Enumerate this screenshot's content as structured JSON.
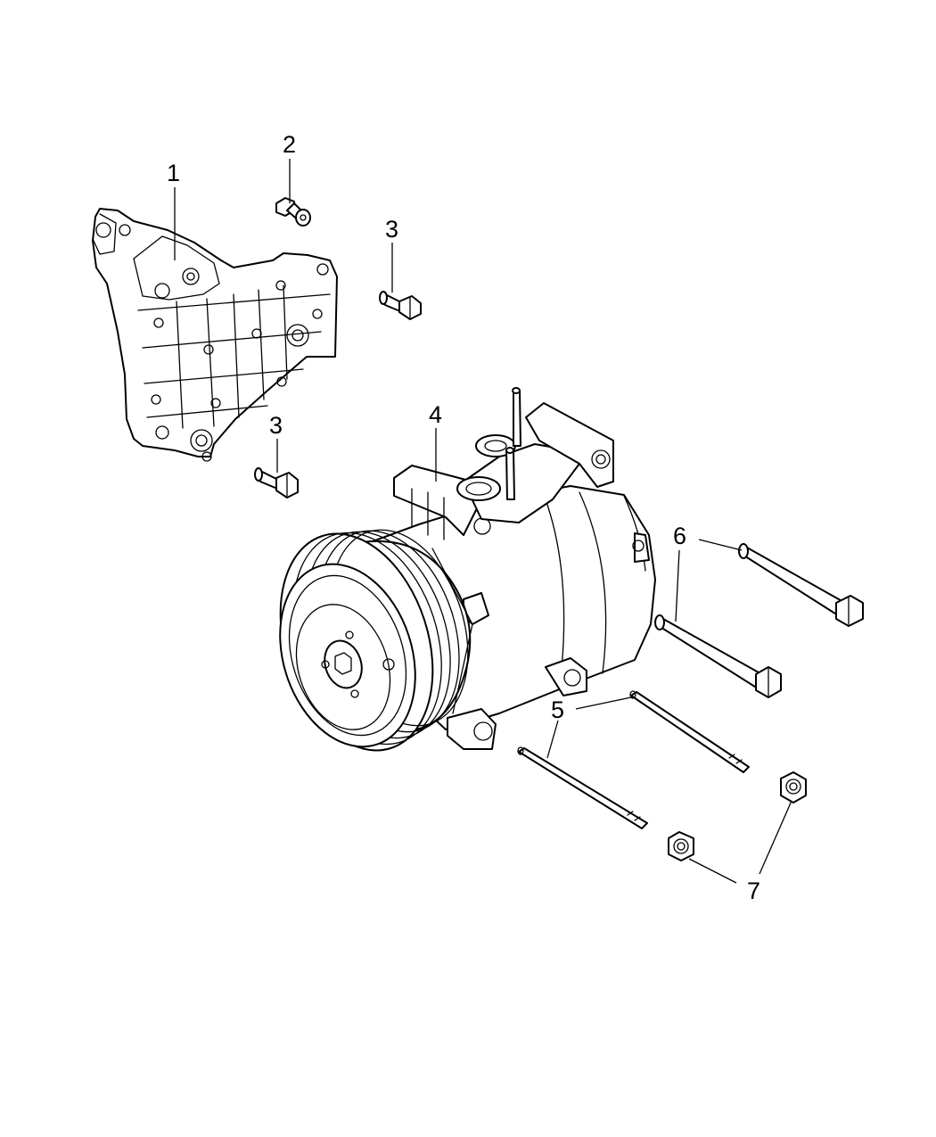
{
  "diagram": {
    "callouts": [
      {
        "id": "1",
        "text": "1"
      },
      {
        "id": "2",
        "text": "2"
      },
      {
        "id": "3a",
        "text": "3"
      },
      {
        "id": "3b",
        "text": "3"
      },
      {
        "id": "4",
        "text": "4"
      },
      {
        "id": "5",
        "text": "5"
      },
      {
        "id": "6",
        "text": "6"
      },
      {
        "id": "7",
        "text": "7"
      }
    ]
  }
}
